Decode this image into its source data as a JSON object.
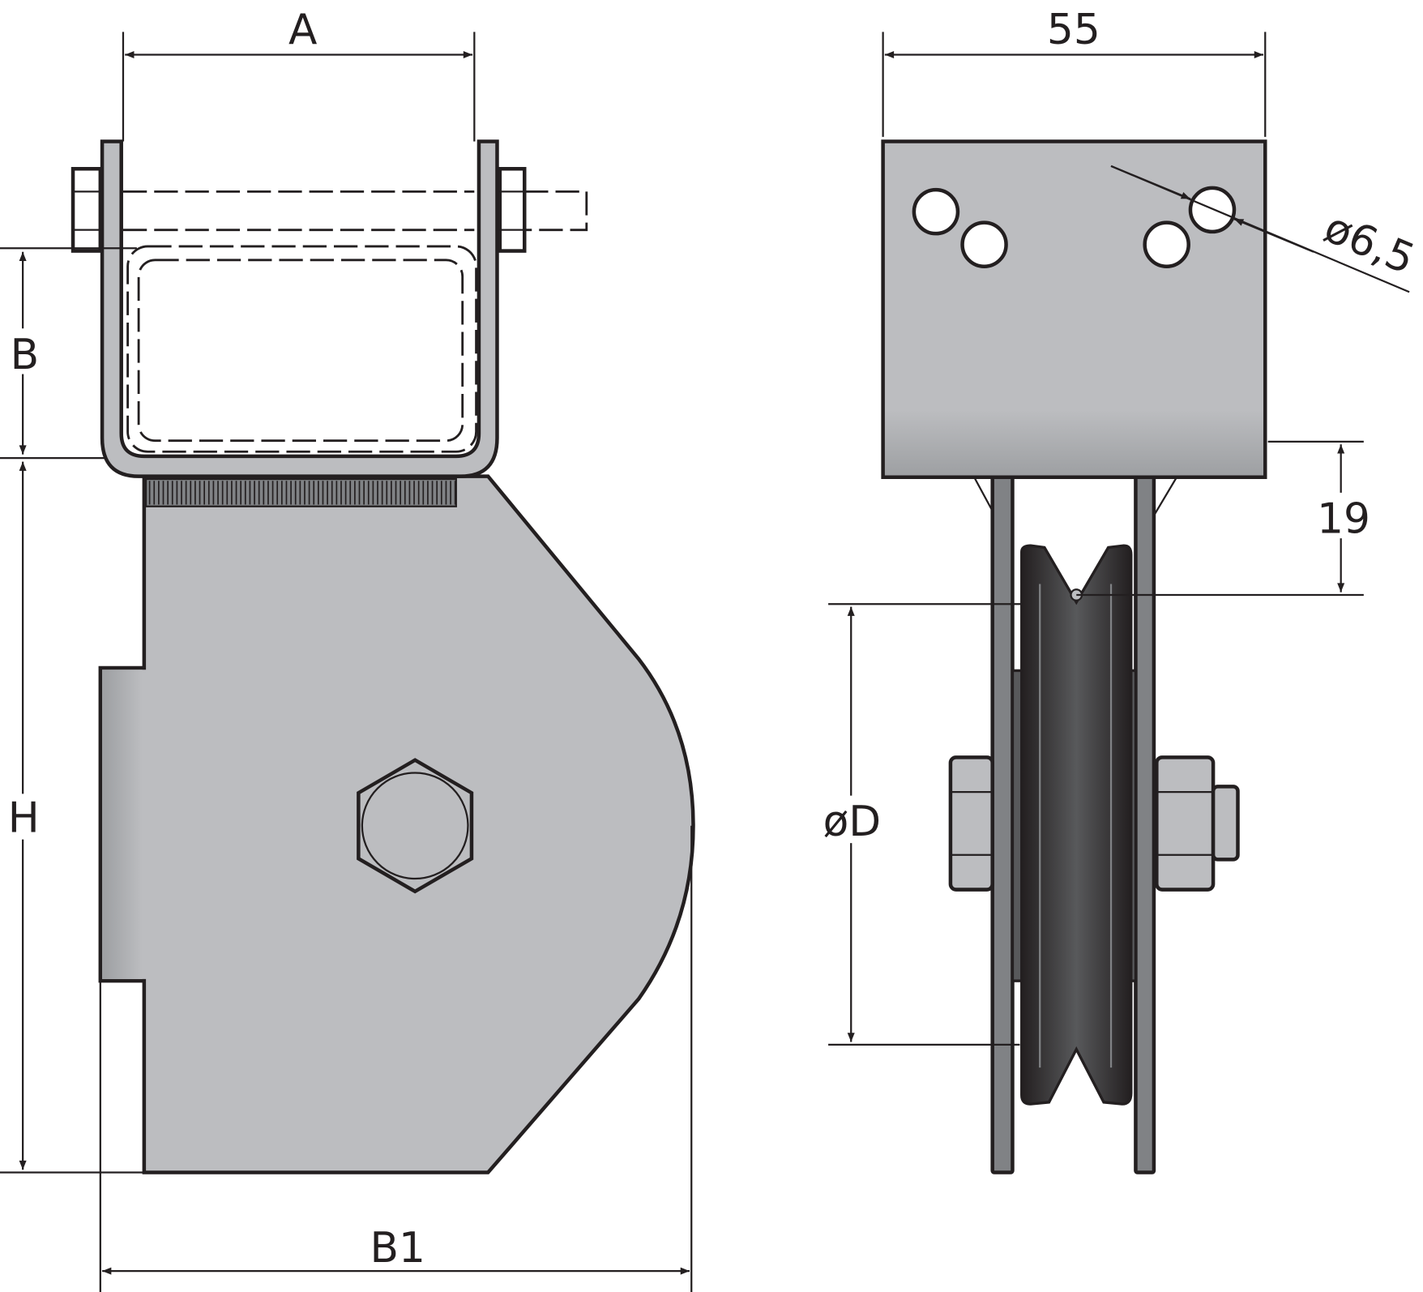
{
  "labels": {
    "A": "A",
    "B": "B",
    "H": "H",
    "B1": "B1",
    "width_55": "55",
    "dim_19": "19",
    "hole_diameter": "ø6,5",
    "sheave_diameter": "øD"
  },
  "colors": {
    "steel": "#bcbdc0",
    "sheave": "#231f20",
    "side_plate": "#808285",
    "line": "#231f20"
  }
}
